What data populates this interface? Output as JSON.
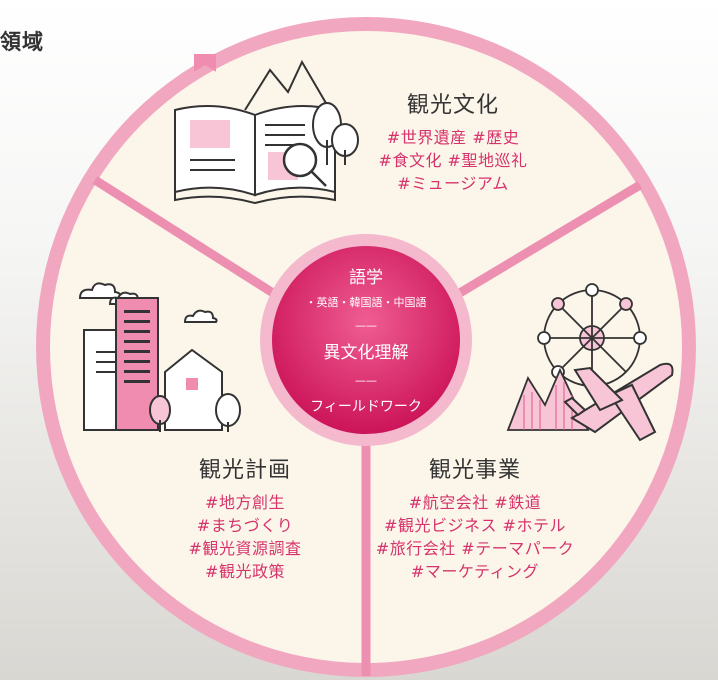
{
  "heading": "領域",
  "sections": {
    "culture": {
      "title": "観光文化",
      "tags": [
        "#世界遺産 #歴史",
        "#食文化 #聖地巡礼",
        "#ミュージアム"
      ]
    },
    "planning": {
      "title": "観光計画",
      "tags": [
        "#地方創生",
        "#まちづくり",
        "#観光資源調査",
        "#観光政策"
      ]
    },
    "business": {
      "title": "観光事業",
      "tags": [
        "#航空会社 #鉄道",
        "#観光ビジネス #ホテル",
        "#旅行会社 #テーマパーク",
        "#マーケティング"
      ]
    }
  },
  "hub": {
    "title": "語学",
    "languages": "・英語・韓国語・中国語",
    "divider": "——",
    "middle": "異文化理解",
    "bottom": "フィールドワーク"
  },
  "colors": {
    "ring": "#f2a7c0",
    "ring_dark": "#ec8fb0",
    "panel": "#fcf6ea",
    "accent": "#d6336c",
    "hub": "#d81b60",
    "illustration_pink": "#f7c5d5"
  }
}
